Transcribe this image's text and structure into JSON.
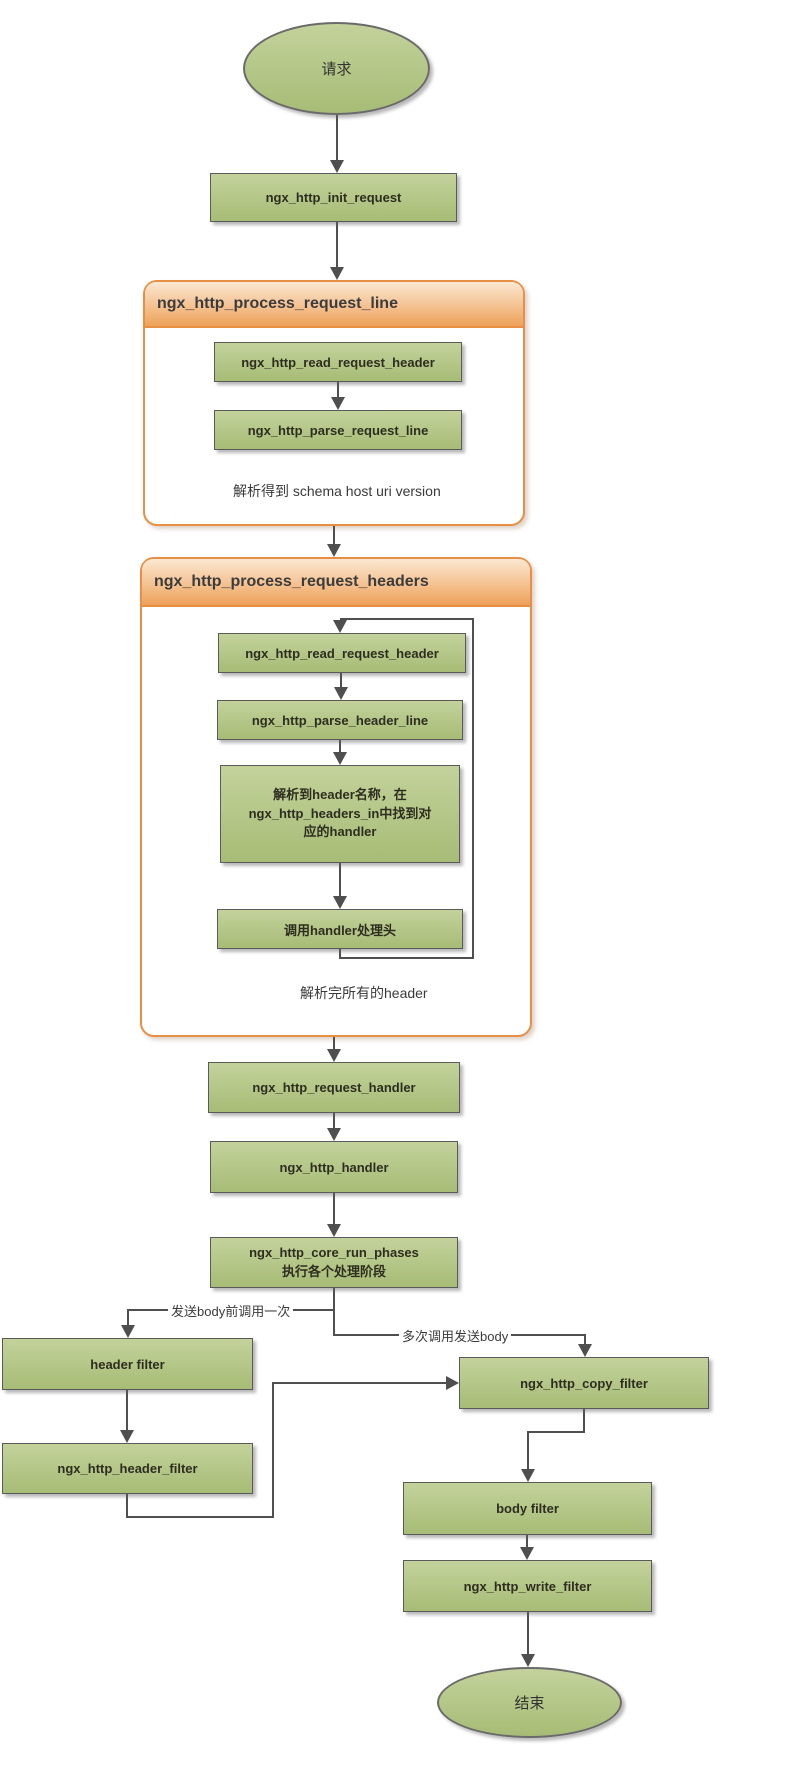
{
  "flowchart": {
    "start": "请求",
    "end": "结束",
    "init_box": "ngx_http_init_request",
    "container1": {
      "title": "ngx_http_process_request_line",
      "box_read": "ngx_http_read_request_header",
      "box_parse": "ngx_http_parse_request_line",
      "note": "解析得到 schema host uri version"
    },
    "container2": {
      "title": "ngx_http_process_request_headers",
      "box_read": "ngx_http_read_request_header",
      "box_parse": "ngx_http_parse_header_line",
      "box_find_handler_lines": [
        "解析到header名称，在",
        "ngx_http_headers_in中找到对",
        "应的handler"
      ],
      "box_call_handler": "调用handler处理头",
      "note": "解析完所有的header"
    },
    "request_handler_box": "ngx_http_request_handler",
    "handler_box": "ngx_http_handler",
    "core_box_lines": [
      "ngx_http_core_run_phases",
      "执行各个处理阶段"
    ],
    "branch_label_left": "发送body前调用一次",
    "branch_label_right": "多次调用发送body",
    "header_filter_box": "header filter",
    "ngx_header_filter_box": "ngx_http_header_filter",
    "copy_filter_box": "ngx_http_copy_filter",
    "body_filter_box": "body filter",
    "write_filter_box": "ngx_http_write_filter",
    "colors": {
      "node_fill_top": "#c3d29b",
      "node_fill_bottom": "#a7bc76",
      "node_border": "#5a5a5a",
      "container_border": "#e78f44",
      "container_header_top": "#fbe8d2",
      "container_header_bottom": "#eea25a",
      "line": "#4f4f4f"
    }
  }
}
